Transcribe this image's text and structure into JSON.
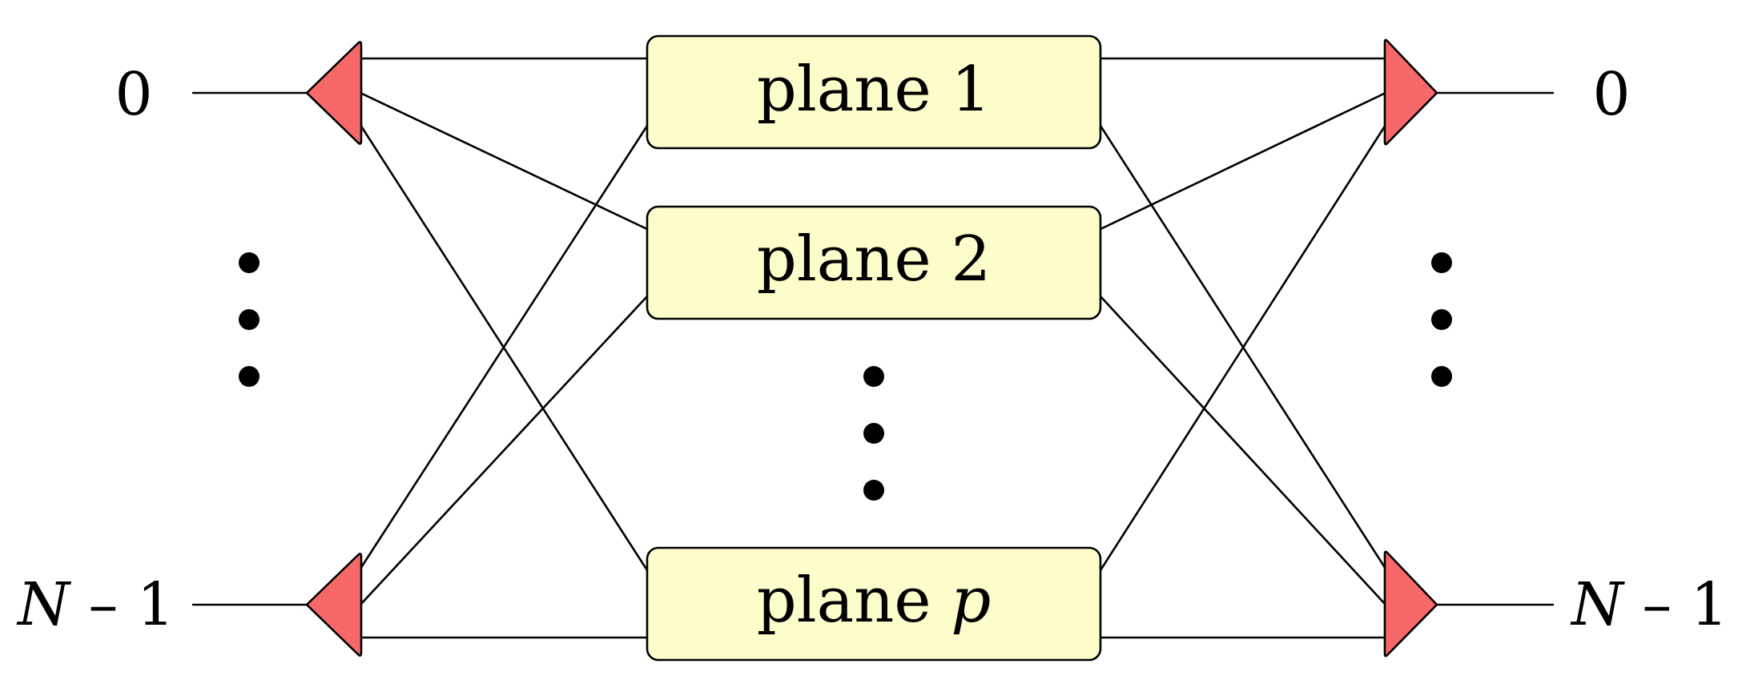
{
  "inputs": {
    "top_label": "0",
    "bottom_label_var": "N",
    "bottom_label_rest": " – 1"
  },
  "outputs": {
    "top_label": "0",
    "bottom_label_var": "N",
    "bottom_label_rest": " – 1"
  },
  "planes": {
    "plane1_label": "plane 1",
    "plane2_label": "plane 2",
    "planep_prefix": "plane ",
    "planep_var": "p"
  },
  "colors": {
    "plane_fill": "#fdfccb",
    "demux_fill": "#f76868",
    "line": "#000000"
  }
}
